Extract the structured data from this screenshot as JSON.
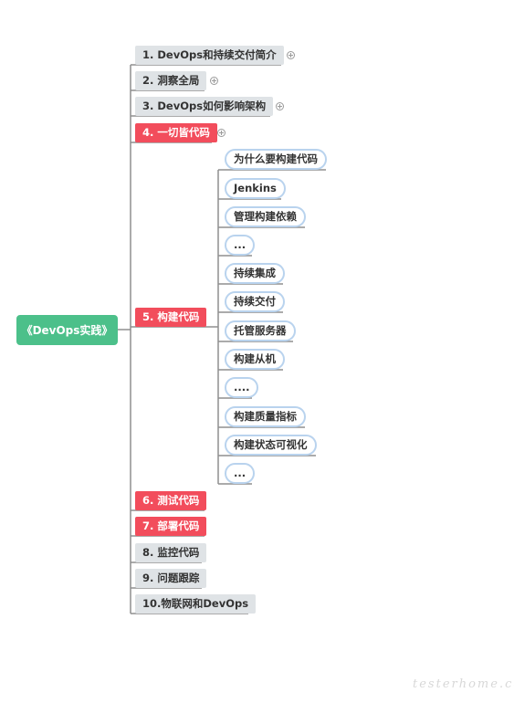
{
  "colors": {
    "root_bg": "#4cc08a",
    "red_bg": "#f24d5c",
    "gray_bg": "#dfe3e6",
    "branch_line": "#8f8f8f",
    "sub_border": "#b9d3ee"
  },
  "root": {
    "label": "《DevOps实践》"
  },
  "chapters": [
    {
      "label": "1. DevOps和持续交付简介",
      "style": "gray",
      "collapsed": true
    },
    {
      "label": "2. 洞察全局",
      "style": "gray",
      "collapsed": true
    },
    {
      "label": "3. DevOps如何影响架构",
      "style": "gray",
      "collapsed": true
    },
    {
      "label": "4. 一切皆代码",
      "style": "red",
      "collapsed": true
    },
    {
      "label": "5. 构建代码",
      "style": "red",
      "collapsed": false
    },
    {
      "label": "6. 测试代码",
      "style": "red",
      "collapsed": false
    },
    {
      "label": "7. 部署代码",
      "style": "red",
      "collapsed": false
    },
    {
      "label": "8. 监控代码",
      "style": "gray",
      "collapsed": false
    },
    {
      "label": "9. 问题跟踪",
      "style": "gray",
      "collapsed": false
    },
    {
      "label": "10.物联网和DevOps",
      "style": "gray",
      "collapsed": false
    }
  ],
  "build_topics": [
    {
      "label": "为什么要构建代码"
    },
    {
      "label": "Jenkins"
    },
    {
      "label": "管理构建依赖"
    },
    {
      "label": "..."
    },
    {
      "label": "持续集成"
    },
    {
      "label": "持续交付"
    },
    {
      "label": "托管服务器"
    },
    {
      "label": "构建从机"
    },
    {
      "label": "...."
    },
    {
      "label": "构建质量指标"
    },
    {
      "label": "构建状态可视化"
    },
    {
      "label": "..."
    }
  ],
  "watermark": "testerhome.com"
}
